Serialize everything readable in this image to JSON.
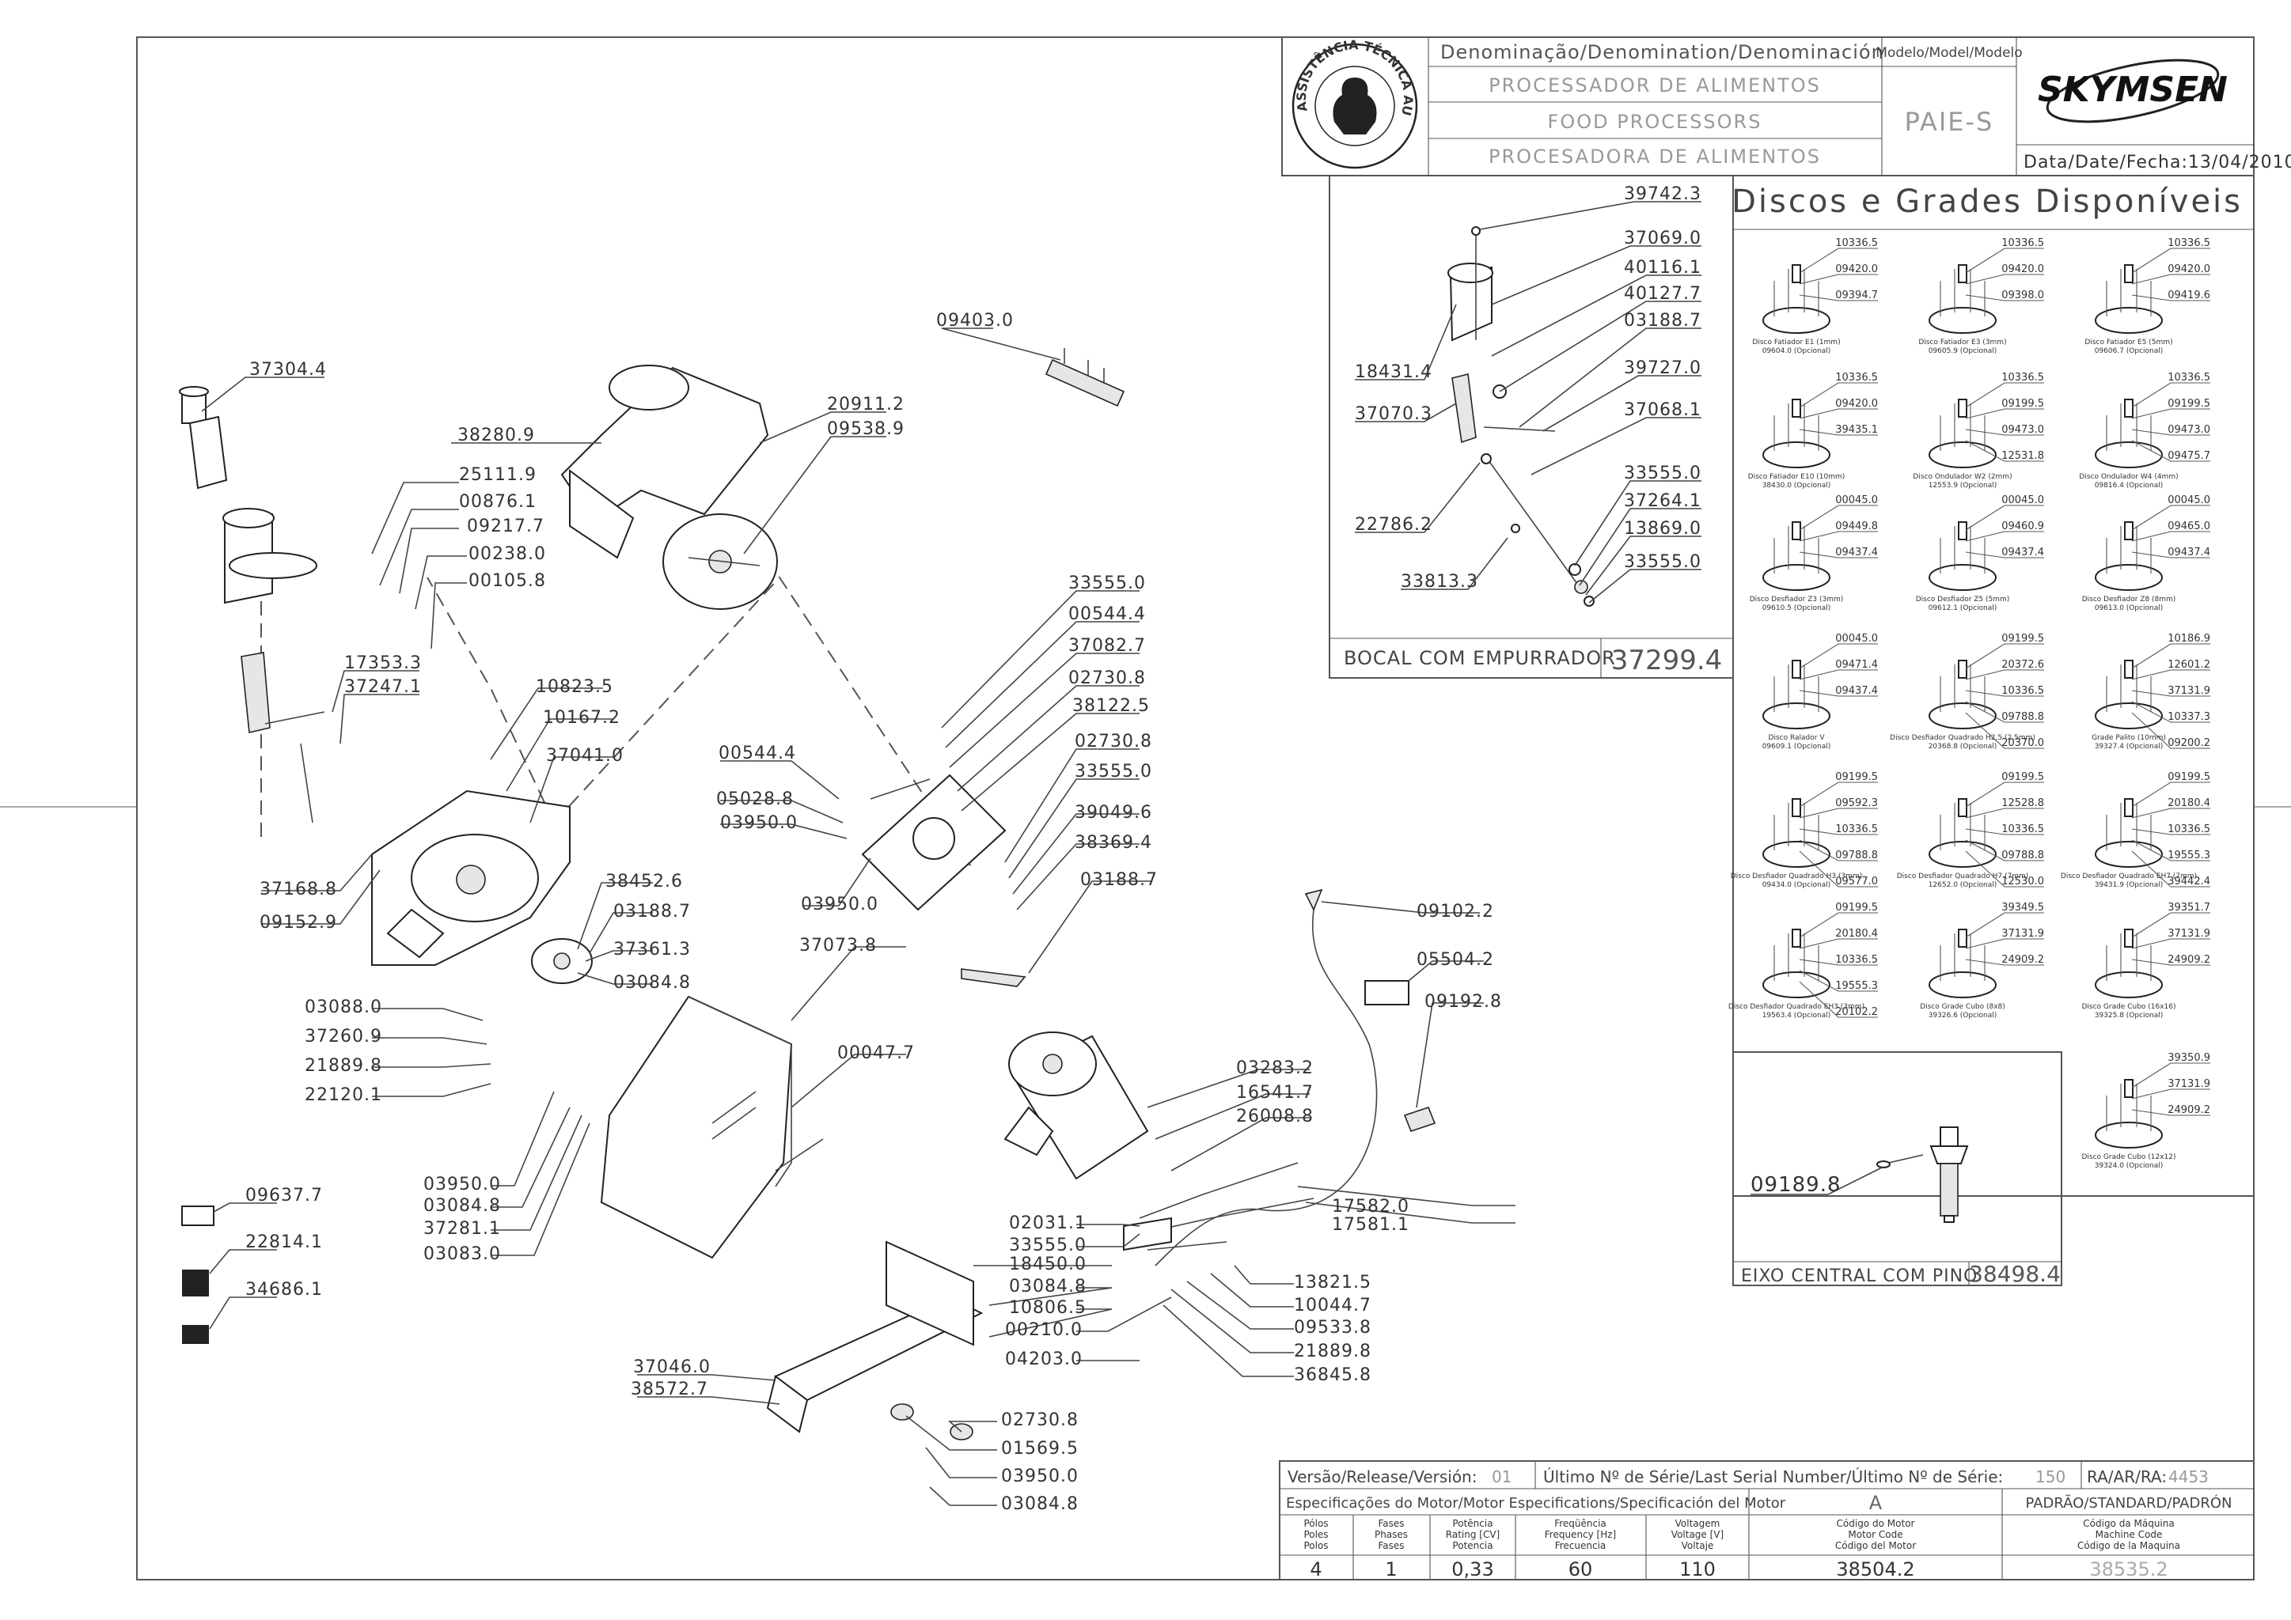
{
  "title_block": {
    "denomination_header": "Denominação/Denomination/Denominación",
    "names": [
      "PROCESSADOR DE ALIMENTOS",
      "FOOD PROCESSORS",
      "PROCESADORA DE ALIMENTOS"
    ],
    "model_header": "Modelo/Model/Modelo",
    "model": "PAIE-S",
    "brand": "SKYMSEN",
    "date": "Data/Date/Fecha:13/04/2010",
    "seal_text": "ASSISTÊNCIA TÉCNICA AUTORIZADA"
  },
  "inset_nozzle": {
    "title": "BOCAL COM EMPURRADOR",
    "code": "37299.4",
    "labels": [
      "39742.3",
      "37069.0",
      "40116.1",
      "40127.7",
      "03188.7",
      "39727.0",
      "37068.1",
      "33555.0",
      "37264.1",
      "13869.0",
      "33555.0",
      "18431.4",
      "37070.3",
      "22786.2",
      "33813.3"
    ]
  },
  "inset_discs": {
    "title": "Discos e Grades Disponíveis",
    "cells": [
      {
        "labels": [
          "10336.5",
          "09420.0",
          "09394.7"
        ],
        "caption": [
          "Disco Fatiador E1 (1mm)",
          "09604.0 (Opcional)"
        ]
      },
      {
        "labels": [
          "10336.5",
          "09420.0",
          "09398.0"
        ],
        "caption": [
          "Disco Fatiador E3 (3mm)",
          "09605.9 (Opcional)"
        ]
      },
      {
        "labels": [
          "10336.5",
          "09420.0",
          "09419.6"
        ],
        "caption": [
          "Disco Fatiador E5 (5mm)",
          "09606.7 (Opcional)"
        ]
      },
      {
        "labels": [
          "10336.5",
          "09420.0",
          "39435.1"
        ],
        "caption": [
          "Disco Fatiador E10 (10mm)",
          "38430.0 (Opcional)"
        ]
      },
      {
        "labels": [
          "10336.5",
          "09199.5",
          "09473.0",
          "12531.8"
        ],
        "caption": [
          "Disco Ondulador W2 (2mm)",
          "12553.9 (Opcional)"
        ]
      },
      {
        "labels": [
          "10336.5",
          "09199.5",
          "09473.0",
          "09475.7"
        ],
        "caption": [
          "Disco Ondulador W4 (4mm)",
          "09816.4 (Opcional)"
        ]
      },
      {
        "labels": [
          "00045.0",
          "09449.8",
          "09437.4"
        ],
        "caption": [
          "Disco Desfiador Z3 (3mm)",
          "09610.5 (Opcional)"
        ]
      },
      {
        "labels": [
          "00045.0",
          "09460.9",
          "09437.4"
        ],
        "caption": [
          "Disco Desfiador Z5 (5mm)",
          "09612.1 (Opcional)"
        ]
      },
      {
        "labels": [
          "00045.0",
          "09465.0",
          "09437.4"
        ],
        "caption": [
          "Disco Desfiador Z8 (8mm)",
          "09613.0 (Opcional)"
        ]
      },
      {
        "labels": [
          "00045.0",
          "09471.4",
          "09437.4"
        ],
        "caption": [
          "Disco Ralador V",
          "09609.1 (Opcional)"
        ]
      },
      {
        "labels": [
          "09199.5",
          "20372.6",
          "10336.5",
          "09788.8",
          "20370.0"
        ],
        "caption": [
          "Disco Desfiador Quadrado H2,5 (2,5mm)",
          "20368.8 (Opcional)"
        ]
      },
      {
        "labels": [
          "10186.9",
          "12601.2",
          "37131.9",
          "10337.3",
          "09200.2"
        ],
        "caption": [
          "Grade Palito (10mm)",
          "39327.4 (Opcional)"
        ]
      },
      {
        "labels": [
          "09199.5",
          "09592.3",
          "10336.5",
          "09788.8",
          "09577.0"
        ],
        "caption": [
          "Disco Desfiador Quadrado H3 (3mm)",
          "09434.0 (Opcional)"
        ]
      },
      {
        "labels": [
          "09199.5",
          "12528.8",
          "10336.5",
          "09788.8",
          "12530.0"
        ],
        "caption": [
          "Disco Desfiador Quadrado H7 (7mm)",
          "12652.0 (Opcional)"
        ]
      },
      {
        "labels": [
          "09199.5",
          "20180.4",
          "10336.5",
          "19555.3",
          "39442.4"
        ],
        "caption": [
          "Disco Desfiador Quadrado EH7 (7mm)",
          "39431.9 (Opcional)"
        ]
      },
      {
        "labels": [
          "09199.5",
          "20180.4",
          "10336.5",
          "19555.3",
          "20102.2"
        ],
        "caption": [
          "Disco Desfiador Quadrado EH3 (3mm)",
          "19563.4 (Opcional)"
        ]
      },
      {
        "labels": [
          "39349.5",
          "37131.9",
          "24909.2"
        ],
        "caption": [
          "Disco Grade Cubo (8x8)",
          "39326.6 (Opcional)"
        ]
      },
      {
        "labels": [
          "39351.7",
          "37131.9",
          "24909.2"
        ],
        "caption": [
          "Disco Grade Cubo (16x16)",
          "39325.8 (Opcional)"
        ]
      },
      {
        "labels": [
          "39350.9",
          "37131.9",
          "24909.2"
        ],
        "caption": [
          "Disco Grade Cubo (12x12)",
          "39324.0 (Opcional)"
        ]
      }
    ]
  },
  "inset_shaft": {
    "title": "EIXO CENTRAL COM PINO",
    "code": "38498.4",
    "label": "09189.8"
  },
  "main_labels": {
    "l37304_4": "37304.4",
    "l38280_9": "38280.9",
    "l20911_2": "20911.2",
    "l09538_9": "09538.9",
    "l09403_0": "09403.0",
    "l25111_9": "25111.9",
    "l00876_1": "00876.1",
    "l09217_7": "09217.7",
    "l00238_0": "00238.0",
    "l00105_8": "00105.8",
    "l17353_3": "17353.3",
    "l37247_1": "37247.1",
    "l10823_5": "10823.5",
    "l10167_2": "10167.2",
    "l37041_0": "37041.0",
    "l37168_8": "37168.8",
    "l09152_9": "09152.9",
    "l38452_6": "38452.6",
    "l03188_7a": "03188.7",
    "l37361_3": "37361.3",
    "l03084_8a": "03084.8",
    "l03088_0": "03088.0",
    "l37260_9": "37260.9",
    "l21889_8a": "21889.8",
    "l22120_1": "22120.1",
    "l03950_0a": "03950.0",
    "l03084_8b": "03084.8",
    "l37281_1": "37281.1",
    "l03083_0": "03083.0",
    "l09637_7": "09637.7",
    "l22814_1": "22814.1",
    "l34686_1": "34686.1",
    "l33555_0a": "33555.0",
    "l00544_4a": "00544.4",
    "l37082_7": "37082.7",
    "l02730_8a": "02730.8",
    "l38122_5": "38122.5",
    "l00544_4b": "00544.4",
    "l05028_8": "05028.8",
    "l03950_0b": "03950.0",
    "l02730_8b": "02730.8",
    "l33555_0b": "33555.0",
    "l39049_6": "39049.6",
    "l38369_4": "38369.4",
    "l03188_7b": "03188.7",
    "l03950_0c": "03950.0",
    "l37073_8": "37073.8",
    "l00047_7": "00047.7",
    "l09102_2": "09102.2",
    "l05504_2": "05504.2",
    "l09192_8": "09192.8",
    "l03283_2": "03283.2",
    "l16541_7": "16541.7",
    "l26008_8": "26008.8",
    "l17582_0": "17582.0",
    "l17581_1": "17581.1",
    "l02031_1": "02031.1",
    "l33555_0c": "33555.0",
    "l18450_0": "18450.0",
    "l03084_8c": "03084.8",
    "l10806_5": "10806.5",
    "l00210_0": "00210.0",
    "l04203_0": "04203.0",
    "l13821_5": "13821.5",
    "l10044_7": "10044.7",
    "l09533_8": "09533.8",
    "l21889_8b": "21889.8",
    "l36845_8": "36845.8",
    "l37046_0": "37046.0",
    "l38572_7": "38572.7",
    "l02730_8c": "02730.8",
    "l01569_5": "01569.5",
    "l03950_0d": "03950.0",
    "l03084_8d": "03084.8"
  },
  "footer": {
    "release_label": "Versão/Release/Versión:",
    "release_value": "01",
    "serial_label": "Último Nº de Série/Last Serial Number/Último Nº de Série:",
    "serial_value": "150",
    "ra_label": "RA/AR/RA:",
    "ra_value": "4453",
    "spec_header": "Especificações do Motor/Motor Especifications/Specificación del Motor",
    "variant": "A",
    "standard": "PADRÃO/STANDARD/PADRÓN",
    "columns": [
      [
        "Pólos",
        "Poles",
        "Polos"
      ],
      [
        "Fases",
        "Phases",
        "Fases"
      ],
      [
        "Potência",
        "Rating [CV]",
        "Potencia"
      ],
      [
        "Freqüência",
        "Frequency [Hz]",
        "Frecuencia"
      ],
      [
        "Voltagem",
        "Voltage [V]",
        "Voltaje"
      ],
      [
        "Código do Motor",
        "Motor Code",
        "Código del Motor"
      ],
      [
        "Código da Máquina",
        "Machine Code",
        "Código de la Maquina"
      ]
    ],
    "values": [
      "4",
      "1",
      "0,33",
      "60",
      "110",
      "38504.2",
      "38535.2"
    ]
  }
}
